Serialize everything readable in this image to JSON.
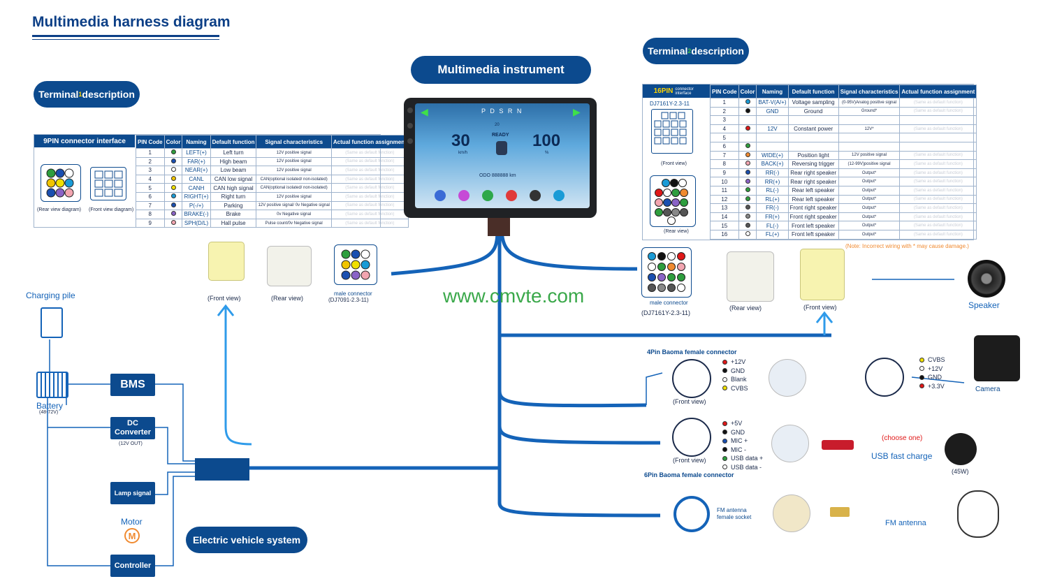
{
  "title": "Multimedia harness diagram",
  "pills": {
    "instrument": "Multimedia instrument",
    "terminal1_a": "Terminal",
    "terminal1_num": "1",
    "terminal1_b": " description",
    "terminal2_a": "Terminal",
    "terminal2_num": "2",
    "terminal2_b": " description",
    "ev_system": "Electric vehicle system"
  },
  "watermark": "www.cmvte.com",
  "table9": {
    "header_interface": "9PIN  connector interface",
    "headers": [
      "PIN Code",
      "Color",
      "Naming",
      "Default function",
      "Signal characteristics",
      "Actual function assignment"
    ],
    "rear_caption": "(Rear view diagram)",
    "front_caption": "(Front view diagram)",
    "rows": [
      {
        "pin": "1",
        "color": "#2e9e3e",
        "name": "LEFT(+)",
        "func": "Left turn",
        "signal": "12V positive signal",
        "actual": "(Same as default function)"
      },
      {
        "pin": "2",
        "color": "#1a4fb0",
        "name": "FAR(+)",
        "func": "High beam",
        "signal": "12V positive signal",
        "actual": "(Same as default function)"
      },
      {
        "pin": "3",
        "color": "#ffffff",
        "name": "NEAR(+)",
        "func": "Low beam",
        "signal": "12V positive signal",
        "actual": "(Same as default function)"
      },
      {
        "pin": "4",
        "color": "#f0c400",
        "name": "CANL",
        "func": "CAN low signal",
        "signal": "CAN(optional isolated/ non-isolated)",
        "actual": "(Same as default function)"
      },
      {
        "pin": "5",
        "color": "#f0e000",
        "name": "CANH",
        "func": "CAN high signal",
        "signal": "CAN(optional isolated/ non-isolated)",
        "actual": "(Same as default function)"
      },
      {
        "pin": "6",
        "color": "#1a9bd6",
        "name": "RIGHT(+)",
        "func": "Right turn",
        "signal": "12V positive signal",
        "actual": "(Same as default function)"
      },
      {
        "pin": "7",
        "color": "#1a4fb0",
        "name": "P(-/+)",
        "func": "Parking",
        "signal": "12V positive signal/ 0v Negative signal",
        "actual": "(Same as default function)"
      },
      {
        "pin": "8",
        "color": "#8a63c6",
        "name": "BRAKE(-)",
        "func": "Brake",
        "signal": "0v Negative signal",
        "actual": "(Same as default function)"
      },
      {
        "pin": "9",
        "color": "#f2a5b0",
        "name": "SPH(D/L)",
        "func": "Hall pulse",
        "signal": "Pulse count/0v Negative signal",
        "actual": "(Same as default function)"
      }
    ]
  },
  "table16": {
    "header_interface": "16PIN",
    "header_interface_sub": "connector interface",
    "headers": [
      "PIN Code",
      "Color",
      "Naming",
      "Default function",
      "Signal characteristics",
      "Actual function assignment"
    ],
    "model": "DJ7161Y-2.3-11",
    "front_caption": "(Front view)",
    "rear_caption": "(Rear view)",
    "rows": [
      {
        "pin": "1",
        "color": "#1a9bd6",
        "name": "BAT-V(A/+)",
        "func": "Voltage sampling",
        "signal": "(0-95V)Analog positive signal",
        "actual": "(Same as default function)"
      },
      {
        "pin": "2",
        "color": "#111111",
        "name": "GND",
        "func": "Ground",
        "signal": "Ground*",
        "actual": "(Same as default function)"
      },
      {
        "pin": "3",
        "color": "",
        "name": "",
        "func": "",
        "signal": "",
        "actual": ""
      },
      {
        "pin": "4",
        "color": "#e01818",
        "name": "12V",
        "func": "Constant power",
        "signal": "12V*",
        "actual": "(Same as default function)"
      },
      {
        "pin": "5",
        "color": "",
        "name": "",
        "func": "",
        "signal": "",
        "actual": ""
      },
      {
        "pin": "6",
        "color": "#2e9e3e",
        "name": "",
        "func": "",
        "signal": "",
        "actual": ""
      },
      {
        "pin": "7",
        "color": "#f08a30",
        "name": "WIDE(+)",
        "func": "Position light",
        "signal": "12V positive signal",
        "actual": "(Same as default function)"
      },
      {
        "pin": "8",
        "color": "#f2a5b0",
        "name": "BACK(+)",
        "func": "Reversing trigger",
        "signal": "(12-99V)positive signal",
        "actual": "(Same as default function)"
      },
      {
        "pin": "9",
        "color": "#1a4fb0",
        "name": "RR(-)",
        "func": "Rear right speaker",
        "signal": "Output*",
        "actual": "(Same as default function)"
      },
      {
        "pin": "10",
        "color": "#8a63c6",
        "name": "RR(+)",
        "func": "Rear right speaker",
        "signal": "Output*",
        "actual": "(Same as default function)"
      },
      {
        "pin": "11",
        "color": "#2e9e3e",
        "name": "RL(-)",
        "func": "Rear left speaker",
        "signal": "Output*",
        "actual": "(Same as default function)"
      },
      {
        "pin": "12",
        "color": "#2e9e3e",
        "name": "RL(+)",
        "func": "Rear left speaker",
        "signal": "Output*",
        "actual": "(Same as default function)"
      },
      {
        "pin": "13",
        "color": "#555555",
        "name": "FR(-)",
        "func": "Front right speaker",
        "signal": "Output*",
        "actual": "(Same as default function)"
      },
      {
        "pin": "14",
        "color": "#888888",
        "name": "FR(+)",
        "func": "Front right speaker",
        "signal": "Output*",
        "actual": "(Same as default function)"
      },
      {
        "pin": "15",
        "color": "#555555",
        "name": "FL(-)",
        "func": "Front left speaker",
        "signal": "Output*",
        "actual": "(Same as default function)"
      },
      {
        "pin": "16",
        "color": "#ffffff",
        "name": "FL(+)",
        "func": "Front left speaker",
        "signal": "Output*",
        "actual": "(Same as default function)"
      }
    ],
    "note": "(Note: Incorrect wiring with * may cause damage.)"
  },
  "screen": {
    "gears": "P D S R N",
    "speed": "30",
    "speed_unit": "km/h",
    "battery": "100",
    "battery_unit": "%",
    "ready": "READY",
    "volume": "20",
    "odo": "ODO  888888  km"
  },
  "views": {
    "front_view": "(Front view)",
    "rear_view": "(Rear view)",
    "male9": "male connector",
    "male9_model": "(DJ7091-2.3-11)",
    "male16": "male connector",
    "male16_model": "(DJ7161Y-2.3-11)"
  },
  "left": {
    "charging_pile": "Charging pile",
    "battery": "Battery",
    "battery_range": "(48-72V)",
    "bms": "BMS",
    "dc_converter": "DC Converter",
    "dc_out": "(12V OUT)",
    "lamp_signal": "Lamp signal",
    "motor": "Motor",
    "controller": "Controller"
  },
  "pin4": {
    "title": "4Pin Baoma female connector",
    "front_view": "(Front view)",
    "legend": [
      {
        "color": "#e01818",
        "label": "+12V"
      },
      {
        "color": "#111111",
        "label": "GND"
      },
      {
        "color": "#ffffff",
        "label": "Blank"
      },
      {
        "color": "#f0e000",
        "label": "CVBS"
      }
    ],
    "cam_legend": [
      {
        "color": "#f0e000",
        "label": "CVBS"
      },
      {
        "color": "#ffffff",
        "label": "+12V"
      },
      {
        "color": "#111111",
        "label": "GND"
      },
      {
        "color": "#e01818",
        "label": "+3.3V"
      }
    ],
    "camera": "Camera"
  },
  "pin6": {
    "title": "6Pin Baoma female connector",
    "front_view": "(Front view)",
    "legend": [
      {
        "color": "#e01818",
        "label": "+5V"
      },
      {
        "color": "#111111",
        "label": "GND"
      },
      {
        "color": "#1a4fb0",
        "label": "MIC +"
      },
      {
        "color": "#111111",
        "label": "MIC -"
      },
      {
        "color": "#2e9e3e",
        "label": "USB data +"
      },
      {
        "color": "#ffffff",
        "label": "USB data -"
      }
    ],
    "choose_one": "(choose one)",
    "usb": "USB fast charge",
    "watt": "(45W)"
  },
  "fm": {
    "socket": "FM antenna female socket",
    "antenna": "FM antenna"
  },
  "speaker": "Speaker",
  "colors": {
    "brand": "#0c4a8e",
    "wire": "#1463b8",
    "arrow": "#2f9bea"
  }
}
